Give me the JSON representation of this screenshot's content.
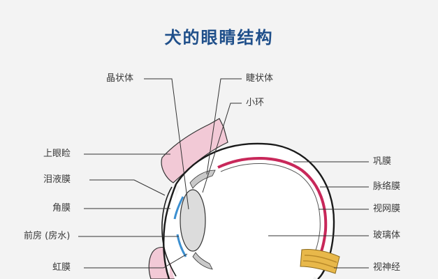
{
  "title": "犬的眼睛结构",
  "labels": {
    "lens": "晶状体",
    "ciliary_body": "睫状体",
    "zonule": "小环",
    "upper_eyelid": "上眼睑",
    "tear_film": "泪液膜",
    "cornea": "角膜",
    "anterior_chamber": "前房 (房水)",
    "iris": "虹膜",
    "sclera": "巩膜",
    "choroid": "脉络膜",
    "retina": "视网膜",
    "vitreous_body": "玻璃体",
    "optic_nerve": "视神经"
  },
  "colors": {
    "title": "#1f4f8a",
    "eyelid": "#f2c9d6",
    "choroid": "#c8285a",
    "sclera": "#1a1a1a",
    "accent_blue": "#3c8fd0",
    "lens_fill": "#dcdcdc",
    "optic_nerve": "#e8b84a",
    "leader_line": "#333333"
  }
}
